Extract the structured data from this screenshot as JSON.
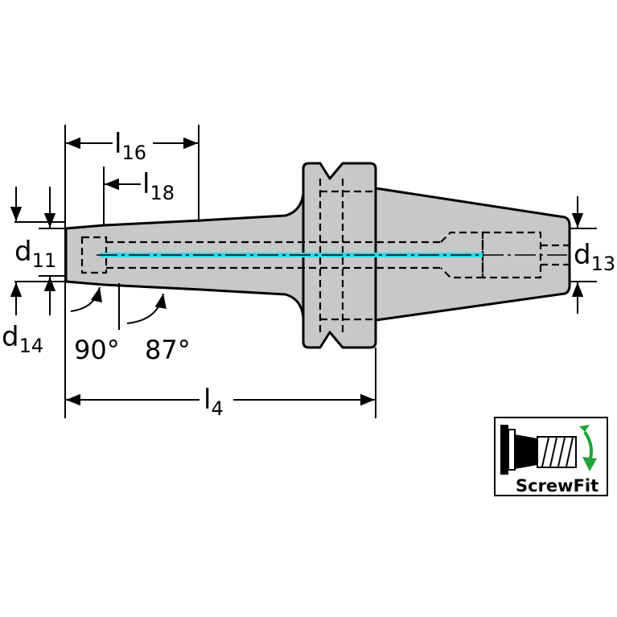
{
  "diagram": {
    "dimensions": {
      "l16": {
        "main": "l",
        "sub": "16"
      },
      "l18": {
        "main": "l",
        "sub": "18"
      },
      "l4": {
        "main": "l",
        "sub": "4"
      },
      "d11": {
        "main": "d",
        "sub": "11"
      },
      "d13": {
        "main": "d",
        "sub": "13"
      },
      "d14": {
        "main": "d",
        "sub": "14"
      }
    },
    "angles": {
      "a90": "90°",
      "a87": "87°"
    },
    "colors": {
      "body": "#c8c8c8",
      "outline": "#000000",
      "coolant": "#33d6e8",
      "logo_arrow": "#22a33a"
    }
  },
  "logo": {
    "label": "ScrewFit",
    "icon": "screwfit-icon"
  }
}
